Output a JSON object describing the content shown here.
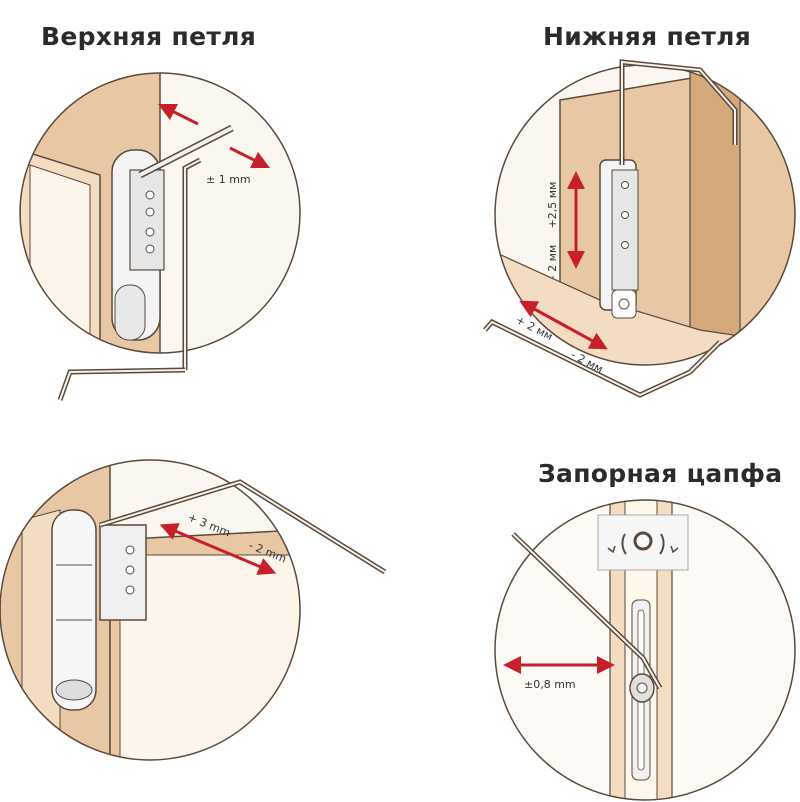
{
  "titles": {
    "upper_hinge": "Верхняя петля",
    "lower_hinge": "Нижняя петля",
    "locking_pin": "Запорная цапфа"
  },
  "labels": {
    "upper_pm1": "± 1 mm",
    "lower_v_up": "+2,5 мм",
    "lower_v_down": "- 2 мм",
    "lower_h_plus": "+ 2 мм",
    "lower_h_minus": "- 2 мм",
    "mid_plus3": "+ 3 mm",
    "mid_minus2": "- 2 mm",
    "pin_pm": "±0,8 mm"
  },
  "colors": {
    "wood": "#e8c8a4",
    "wood_dark": "#d4a97c",
    "outline": "#5a4a3c",
    "arrow": "#c8202a",
    "metal": "#f2f2f2"
  }
}
